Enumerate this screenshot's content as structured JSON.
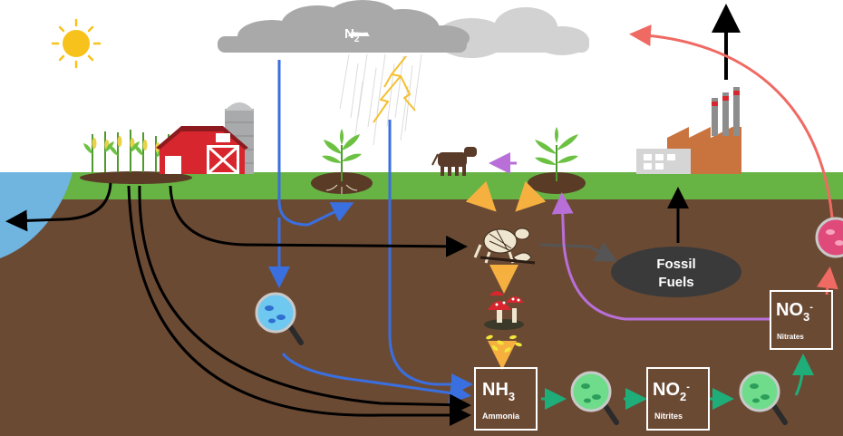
{
  "cloud": {
    "label": "N",
    "sub": "2"
  },
  "fossil_fuels": {
    "line1": "Fossil",
    "line2": "Fuels"
  },
  "boxes": {
    "ammonia": {
      "formula": "NH",
      "sub": "3",
      "sup": "",
      "name": "Ammonia"
    },
    "nitrites": {
      "formula": "NO",
      "sub": "2",
      "sup": "-",
      "name": "Nitrites"
    },
    "nitrates": {
      "formula": "NO",
      "sub": "3",
      "sup": "-",
      "name": "Nitrates"
    }
  },
  "colors": {
    "sky": "#ffffff",
    "soil": "#6b4a34",
    "grass": "#67b344",
    "water": "#6fb5e0",
    "blue_arrow": "#3a6fe0",
    "black_arrow": "#000000",
    "green_arrow": "#1fae7a",
    "purple_arrow": "#b86fd8",
    "red_arrow": "#ef6a63",
    "orange_arrow": "#f5b040",
    "sun": "#f7c21b",
    "fossil": "#3a3a3a"
  },
  "icons": [
    "sun-icon",
    "cloud-icon",
    "lightning-icon",
    "cornfield-icon",
    "barn-icon",
    "silo-icon",
    "plant-icon",
    "cow-icon",
    "factory-icon",
    "skeleton-icon",
    "mushroom-icon",
    "bacteria-magnifier-icon"
  ]
}
